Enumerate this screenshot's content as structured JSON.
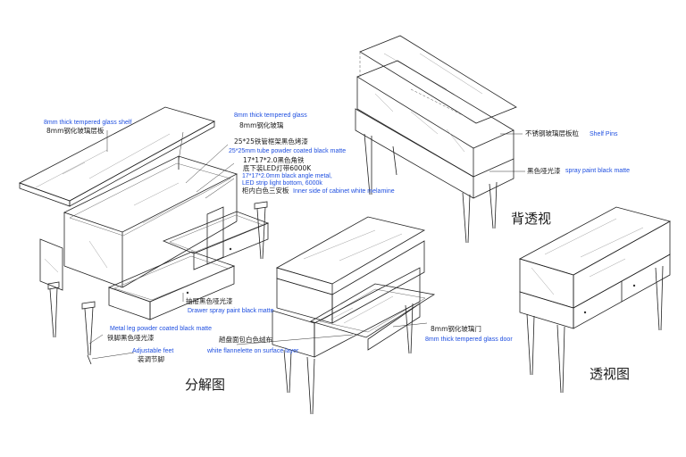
{
  "views": {
    "exploded": "分解图",
    "back_perspective": "背透视",
    "perspective": "透视图"
  },
  "labels": {
    "shelf_en": "8mm thick tempered glass shelf",
    "shelf_cn": "8mm钢化玻璃层板",
    "glass_en": "8mm thick tempered glass",
    "glass_cn": "8mm钢化玻璃",
    "tube_cn": "25*25铁管框架黑色烤漆",
    "tube_en": "25*25mm tube powder coated black matte",
    "angle_cn": "17*17*2.0黑色角铁",
    "led_cn": "底下装LED灯带6000K",
    "angle_en_1": "17*17*2.0mm black angle metal,",
    "angle_en_2": "LED strip light bottom, 6000k",
    "inner_cn": "柜内白色三安板",
    "inner_en": "Inner side of cabinet white melamine",
    "drawer_cn": "抽屉黑色哑光漆",
    "drawer_en": "Drawer spray paint black matte",
    "leg_en": "Metal leg powder coated black matte",
    "leg_cn": "铁脚黑色哑光漆",
    "feet_en": "Adjustable feet",
    "feet_cn": "装调节脚",
    "surface_cn": "趟盘面包白色绒布",
    "surface_en": "white flannelette on surface layer",
    "door_cn": "8mm钢化玻璃门",
    "door_en": "8mm thick tempered glass door",
    "pins_cn": "不锈钢玻璃层板粒",
    "pins_en": "Shelf Pins",
    "paint_cn": "黑色哑光漆",
    "paint_en": "spray paint black matte"
  }
}
